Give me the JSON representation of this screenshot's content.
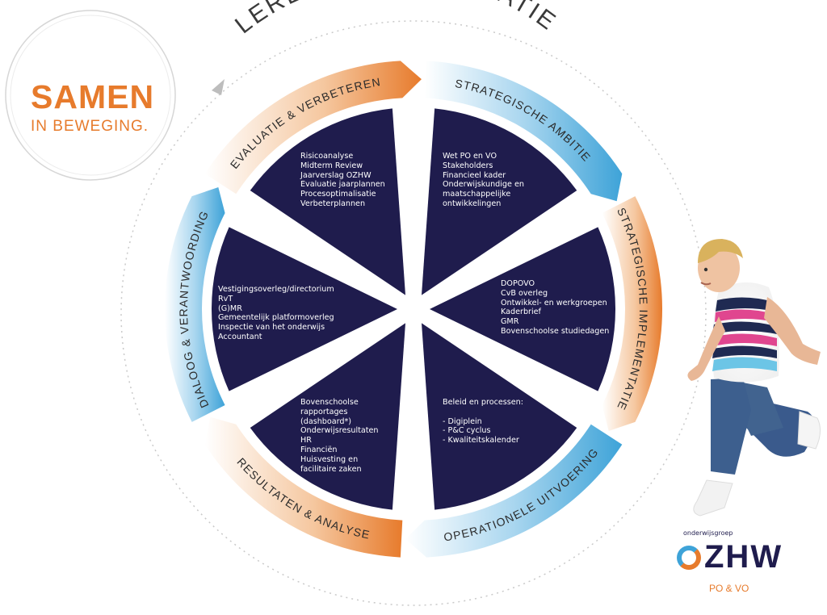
{
  "badge": {
    "title": "SAMEN",
    "subtitle": "IN BEWEGING."
  },
  "main_title": "LERENDE ORGANISATIE",
  "ring_labels": [
    "STRATEGISCHE AMBITIE",
    "STRATEGISCHE IMPLEMENTATIE",
    "OPERATIONELE UITVOERING",
    "RESULTATEN & ANALYSE",
    "DIALOOG & VERANTWOORDING",
    "EVALUATIE & VERBETEREN"
  ],
  "segments": [
    {
      "lines": [
        "Wet PO en VO",
        "Stakeholders",
        "Financieel kader",
        "Onderwijskundige en",
        "maatschappelijke",
        "ontwikkelingen"
      ]
    },
    {
      "lines": [
        "DOPOVO",
        "CvB overleg",
        "Ontwikkel- en werkgroepen",
        "Kaderbrief",
        "GMR",
        "Bovenschoolse studiedagen"
      ]
    },
    {
      "lines": [
        "Beleid en processen:",
        "",
        "- Digiplein",
        "- P&C cyclus",
        "- Kwaliteitskalender"
      ]
    },
    {
      "lines": [
        "Bovenschoolse",
        "rapportages",
        "(dashboard*)",
        "Onderwijsresultaten",
        "HR",
        "Financiën",
        "Huisvesting en",
        "facilitaire zaken"
      ]
    },
    {
      "lines": [
        "Vestigingsoverleg/directorium",
        "RvT",
        "(G)MR",
        "Gemeentelijk platformoverleg",
        "Inspectie van het onderwijs",
        "Accountant"
      ]
    },
    {
      "lines": [
        "Risicoanalyse",
        "Midterm Review",
        "Jaarverslag OZHW",
        "Evaluatie jaarplannen",
        "Procesoptimalisatie",
        "Verbeterplannen"
      ]
    }
  ],
  "logo": {
    "top": "onderwijsgroep",
    "name": "ZHW",
    "sub": "PO & VO"
  },
  "colors": {
    "navy": "#1f1c4d",
    "orange": "#e77b2c",
    "blue": "#3ea3d8"
  }
}
